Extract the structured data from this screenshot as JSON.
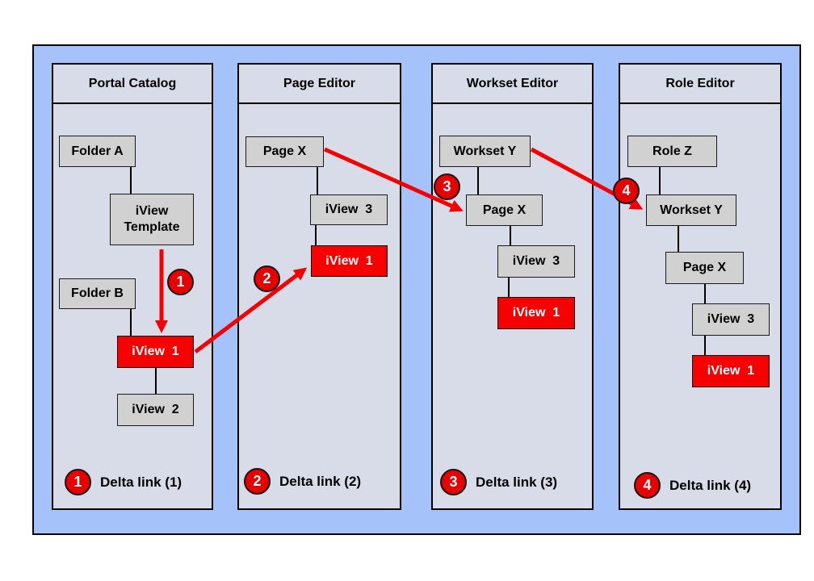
{
  "colors": {
    "page_background": "#FFFFFF",
    "frame_fill": "#A5C2FB",
    "panel_fill": "#D8DCE8",
    "node_fill": "#D1D1D1",
    "highlight_fill": "#F80000",
    "arrow_red": "#F40000",
    "badge_fill": "#E60000"
  },
  "panels": [
    {
      "title": "Portal Catalog",
      "nodes": [
        {
          "label": "Folder A"
        },
        {
          "label": "iView\nTemplate"
        },
        {
          "label": "Folder B"
        },
        {
          "label": "iView  1"
        },
        {
          "label": "iView  2"
        }
      ],
      "delta": {
        "num": "1",
        "label": "Delta link (1)"
      }
    },
    {
      "title": "Page Editor",
      "nodes": [
        {
          "label": "Page X"
        },
        {
          "label": "iView  3"
        },
        {
          "label": "iView  1"
        }
      ],
      "delta": {
        "num": "2",
        "label": "Delta link (2)"
      }
    },
    {
      "title": "Workset Editor",
      "nodes": [
        {
          "label": "Workset Y"
        },
        {
          "label": "Page X"
        },
        {
          "label": "iView  3"
        },
        {
          "label": "iView  1"
        }
      ],
      "delta": {
        "num": "3",
        "label": "Delta link (3)"
      }
    },
    {
      "title": "Role Editor",
      "nodes": [
        {
          "label": "Role Z"
        },
        {
          "label": "Workset Y"
        },
        {
          "label": "Page X"
        },
        {
          "label": "iView  3"
        },
        {
          "label": "iView  1"
        }
      ],
      "delta": {
        "num": "4",
        "label": "Delta link (4)"
      }
    }
  ],
  "arrow_badges": [
    {
      "num": "1"
    },
    {
      "num": "2"
    },
    {
      "num": "3"
    },
    {
      "num": "4"
    }
  ]
}
